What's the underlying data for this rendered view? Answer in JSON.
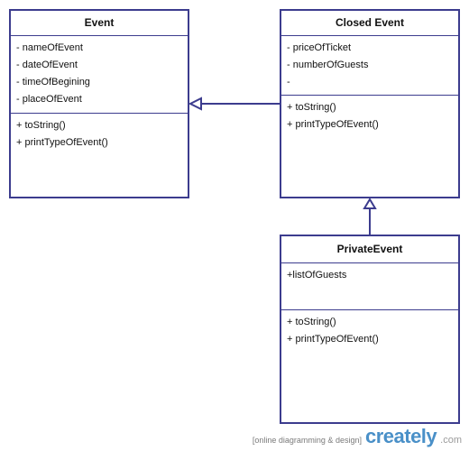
{
  "classes": {
    "event": {
      "name": "Event",
      "attributes": [
        "- nameOfEvent",
        "- dateOfEvent",
        "- timeOfBegining",
        "- placeOfEvent"
      ],
      "methods": [
        "+ toString()",
        "+ printTypeOfEvent()"
      ]
    },
    "closed_event": {
      "name": "Closed Event",
      "attributes": [
        "- priceOfTicket",
        "- numberOfGuests",
        "-"
      ],
      "methods": [
        "+ toString()",
        "+ printTypeOfEvent()"
      ]
    },
    "private_event": {
      "name": "PrivateEvent",
      "attributes": [
        "+listOfGuests"
      ],
      "methods": [
        "+ toString()",
        "+ printTypeOfEvent()"
      ]
    }
  },
  "relations": [
    {
      "type": "generalization",
      "from": "closed_event",
      "to": "event"
    },
    {
      "type": "generalization",
      "from": "private_event",
      "to": "closed_event"
    }
  ],
  "footer": {
    "tagline": "[online diagramming & design]",
    "logo": "creately",
    "logo_suffix": ".com"
  },
  "colors": {
    "border": "#3c3c8e",
    "logo": "#4a90c8"
  }
}
